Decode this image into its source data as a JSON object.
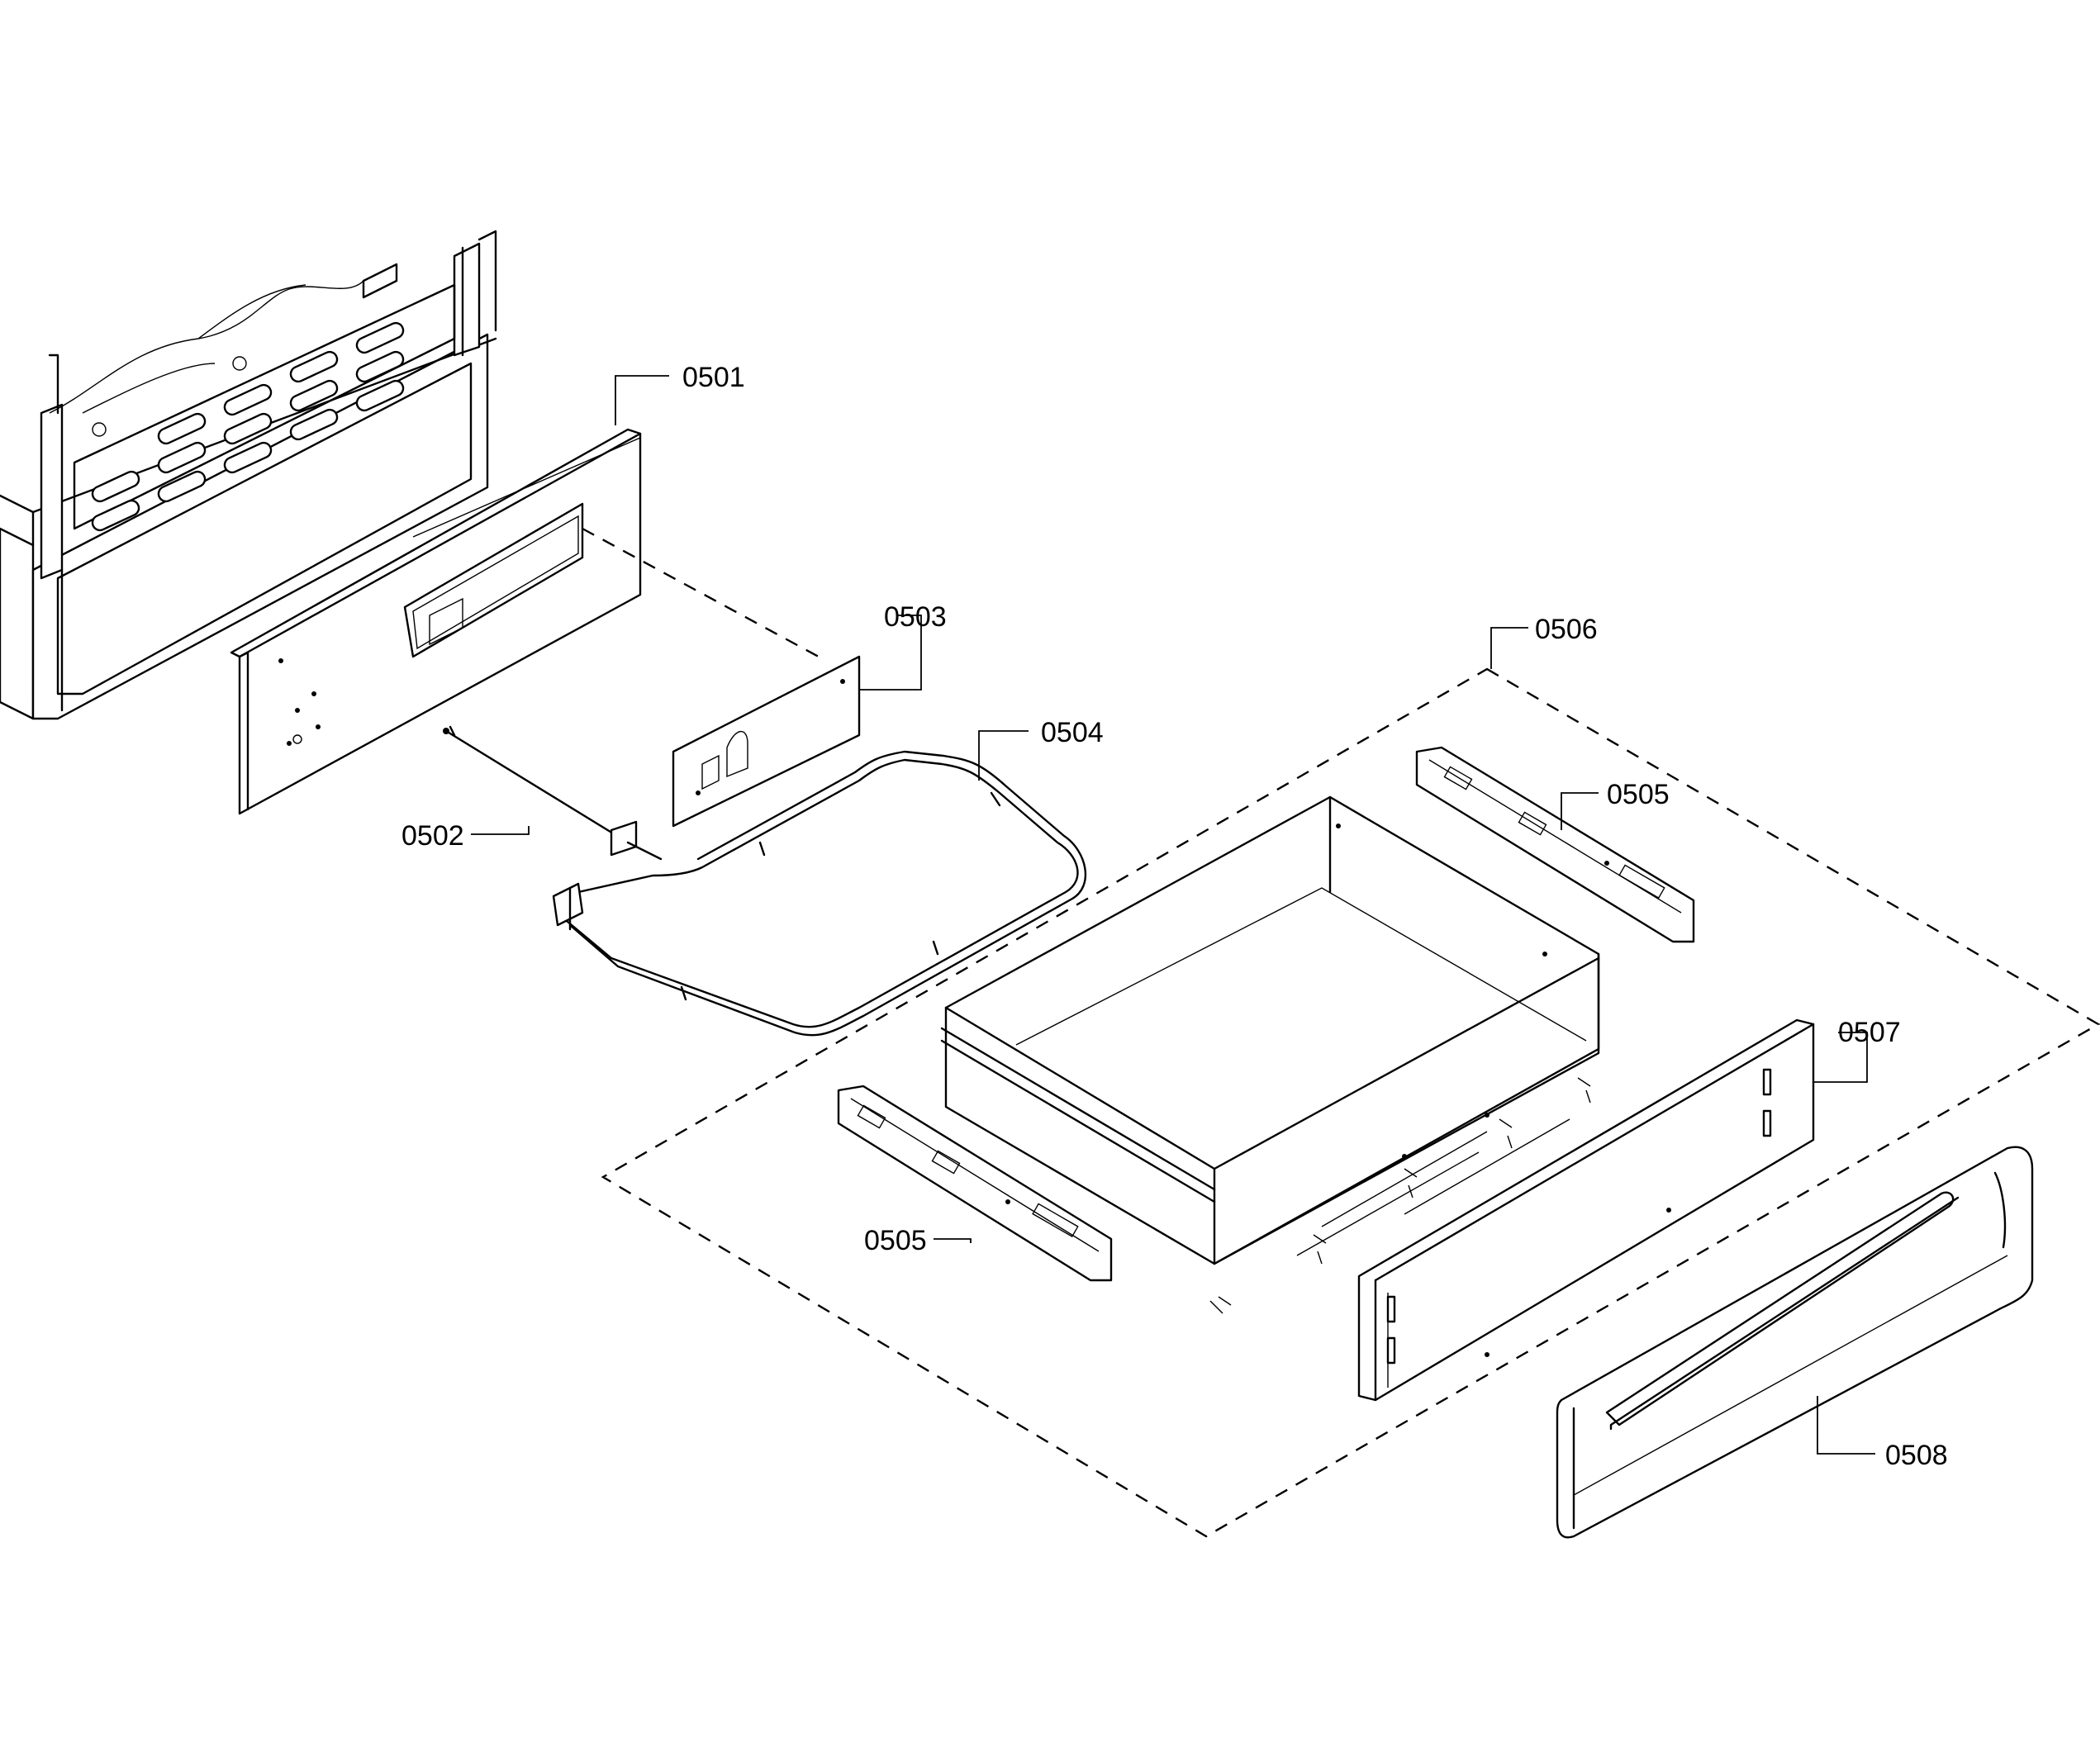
{
  "callouts": [
    {
      "id": "0501"
    },
    {
      "id": "0502"
    },
    {
      "id": "0503"
    },
    {
      "id": "0504"
    },
    {
      "id": "0505"
    },
    {
      "id": "0505"
    },
    {
      "id": "0506"
    },
    {
      "id": "0507"
    },
    {
      "id": "0508"
    }
  ]
}
